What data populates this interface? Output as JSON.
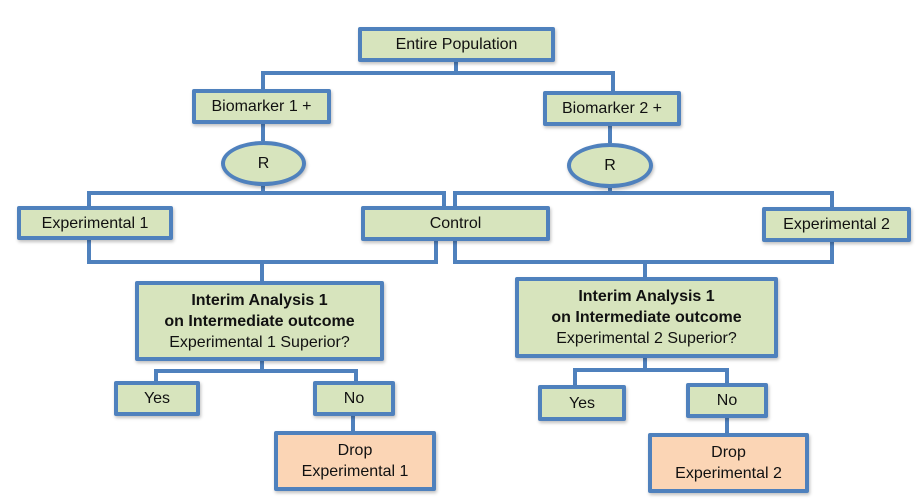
{
  "diagram": {
    "root": {
      "label": "Entire Population"
    },
    "arms": [
      {
        "biomarker": "Biomarker 1 +",
        "randomize": "R",
        "experimental": "Experimental 1",
        "interim": {
          "line1": "Interim Analysis 1",
          "line2": "on Intermediate outcome",
          "line3": "Experimental 1 Superior?"
        },
        "yes": "Yes",
        "no": "No",
        "drop": {
          "line1": "Drop",
          "line2": "Experimental 1"
        }
      },
      {
        "biomarker": "Biomarker 2 +",
        "randomize": "R",
        "experimental": "Experimental 2",
        "interim": {
          "line1": "Interim Analysis 1",
          "line2": "on Intermediate outcome",
          "line3": "Experimental 2 Superior?"
        },
        "yes": "Yes",
        "no": "No",
        "drop": {
          "line1": "Drop",
          "line2": "Experimental 2"
        }
      }
    ],
    "control": "Control",
    "colors": {
      "border": "#4f81bd",
      "box_fill": "#d7e4bd",
      "drop_fill": "#fbd5b5"
    }
  }
}
